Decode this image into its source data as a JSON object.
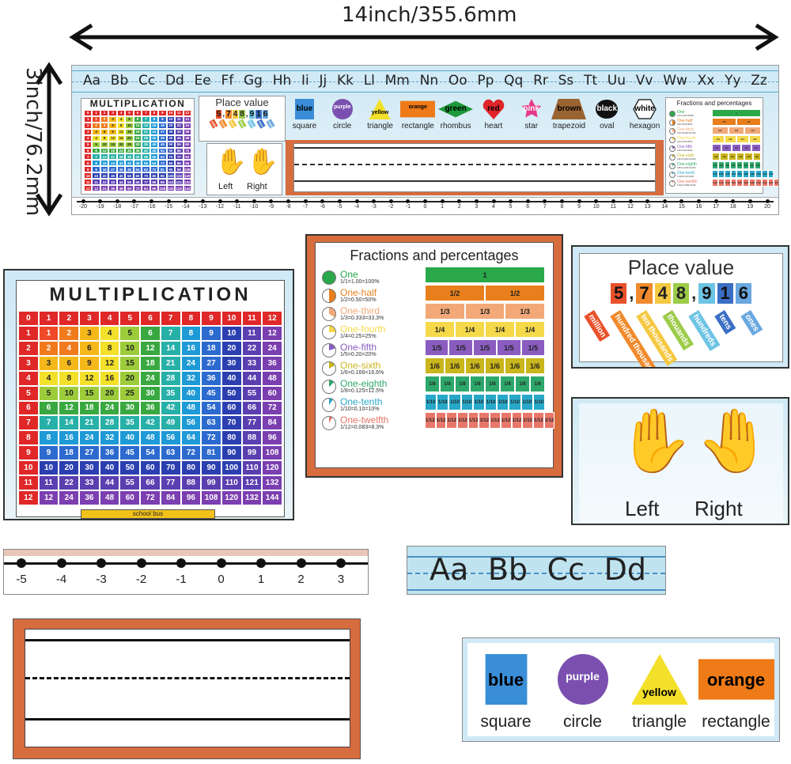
{
  "dimensions": {
    "width_label": "14inch/355.6mm",
    "height_label": "3inch/76.2mm"
  },
  "alphabet": [
    "Aa",
    "Bb",
    "Cc",
    "Dd",
    "Ee",
    "Ff",
    "Gg",
    "Hh",
    "Ii",
    "Jj",
    "Kk",
    "Ll",
    "Mm",
    "Nn",
    "Oo",
    "Pp",
    "Qq",
    "Rr",
    "Ss",
    "Tt",
    "Uu",
    "Vv",
    "Ww",
    "Xx",
    "Yy",
    "Zz"
  ],
  "multiplication": {
    "title": "MULTIPLICATION",
    "size": 12,
    "footer": "school bus"
  },
  "place_value": {
    "title": "Place value",
    "digits": [
      "5",
      ",",
      "7",
      "4",
      "8",
      ",",
      "9",
      "1",
      "6"
    ],
    "digit_colors": [
      "#e8522a",
      "",
      "#f08a2c",
      "#f5c842",
      "#9ccc4a",
      "",
      "#6ec4e4",
      "#3a6fc4",
      "#6aa8e0"
    ],
    "labels": [
      "million",
      "hundred thousands",
      "ten thousands",
      "thouands",
      "hundreds",
      "tens",
      "ones"
    ],
    "label_colors": [
      "#e8522a",
      "#f08a2c",
      "#f5c842",
      "#9ccc4a",
      "#6ec4e4",
      "#3a6fc4",
      "#6aa8e0"
    ]
  },
  "hands": {
    "left": "Left",
    "right": "Right"
  },
  "shapes": [
    {
      "word": "blue",
      "name": "square",
      "color": "#3a8ed8",
      "kind": "square",
      "text_color": "#000"
    },
    {
      "word": "purple",
      "name": "circle",
      "color": "#7b4fb0",
      "kind": "circle",
      "text_color": "#fff"
    },
    {
      "word": "yellow",
      "name": "triangle",
      "color": "#f3e02a",
      "kind": "triangle",
      "text_color": "#000"
    },
    {
      "word": "orange",
      "name": "rectangle",
      "color": "#ee7a18",
      "kind": "rectangle",
      "text_color": "#000"
    },
    {
      "word": "green",
      "name": "rhombus",
      "color": "#1e9a3a",
      "kind": "rhombus",
      "text_color": "#000"
    },
    {
      "word": "red",
      "name": "heart",
      "color": "#e0242a",
      "kind": "heart",
      "text_color": "#000"
    },
    {
      "word": "pink",
      "name": "star",
      "color": "#e6398a",
      "kind": "star",
      "text_color": "#fff"
    },
    {
      "word": "brown",
      "name": "trapezoid",
      "color": "#9a6432",
      "kind": "trapezoid",
      "text_color": "#000"
    },
    {
      "word": "black",
      "name": "oval",
      "color": "#111111",
      "kind": "oval",
      "text_color": "#fff"
    },
    {
      "word": "white",
      "name": "hexagon",
      "color": "#ffffff",
      "kind": "hexagon",
      "text_color": "#000"
    }
  ],
  "fractions": {
    "title": "Fractions and percentages",
    "rows": [
      {
        "label": "One",
        "sub": "1/1=1.00=100%",
        "color": "#2aa84a",
        "den": 1
      },
      {
        "label": "One-half",
        "sub": "1/2=0.50=50%",
        "color": "#e87f1c",
        "den": 2
      },
      {
        "label": "One-third",
        "sub": "1/3=0.333=33.3%",
        "color": "#f2a877",
        "den": 3
      },
      {
        "label": "One-fourth",
        "sub": "1/4=0.25=25%",
        "color": "#f5d94a",
        "den": 4
      },
      {
        "label": "One-fifth",
        "sub": "1/5=0.20=20%",
        "color": "#8a5cc0",
        "den": 5
      },
      {
        "label": "One-sixth",
        "sub": "1/6=0.166=16.6%",
        "color": "#c9b51c",
        "den": 6
      },
      {
        "label": "One-eighth",
        "sub": "1/8=0.125=12.5%",
        "color": "#2da86a",
        "den": 8
      },
      {
        "label": "One-tenth",
        "sub": "1/10=0.10=10%",
        "color": "#28a8c8",
        "den": 10
      },
      {
        "label": "One-twelfth",
        "sub": "1/12=0.083=8.3%",
        "color": "#e8776a",
        "den": 12
      }
    ]
  },
  "number_line_full": [
    "-20",
    "-19",
    "-18",
    "-17",
    "-16",
    "-15",
    "-14",
    "-13",
    "-12",
    "-11",
    "-10",
    "-9",
    "-8",
    "-7",
    "-6",
    "-5",
    "-4",
    "-3",
    "-2",
    "-1",
    "0",
    "1",
    "2",
    "3",
    "4",
    "5",
    "6",
    "7",
    "8",
    "9",
    "10",
    "11",
    "12",
    "13",
    "14",
    "15",
    "16",
    "17",
    "18",
    "19",
    "20"
  ],
  "number_line_zoom": [
    "-5",
    "-4",
    "-3",
    "-2",
    "-1",
    "0",
    "1",
    "2",
    "3"
  ],
  "alphabet_zoom": [
    "Aa",
    "Bb",
    "Cc",
    "Dd"
  ],
  "shapes_zoom": [
    {
      "word": "blue",
      "name": "square"
    },
    {
      "word": "purple",
      "name": "circle"
    },
    {
      "word": "yellow",
      "name": "triangle"
    },
    {
      "word": "orange",
      "name": "rectangle"
    }
  ]
}
